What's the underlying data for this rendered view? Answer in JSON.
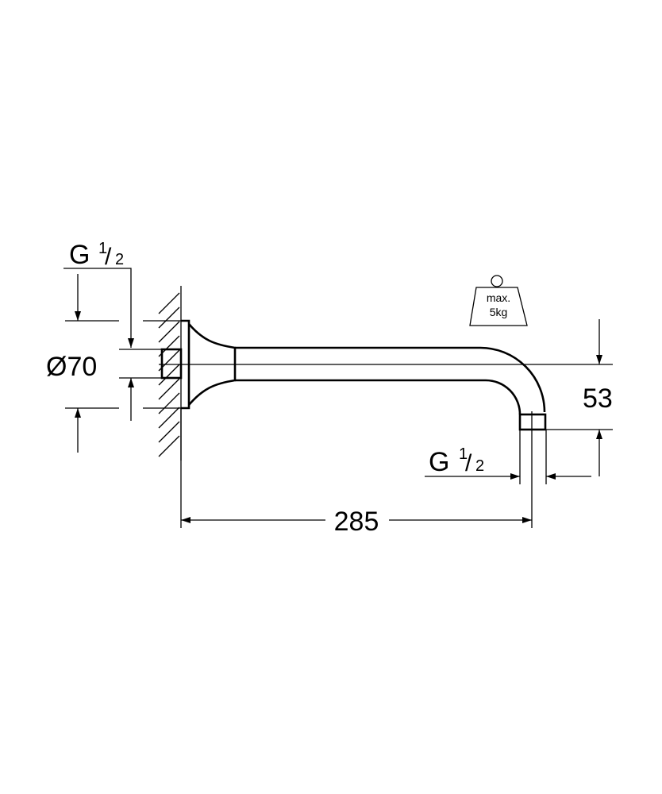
{
  "drawing": {
    "inlet_thread": {
      "prefix": "G",
      "num": "1",
      "den": "2"
    },
    "outlet_thread": {
      "prefix": "G",
      "num": "1",
      "den": "2"
    },
    "flange_diameter": "Ø70",
    "length": "285",
    "drop": "53",
    "weight_icon": {
      "line1": "max.",
      "line2": "5kg"
    }
  }
}
